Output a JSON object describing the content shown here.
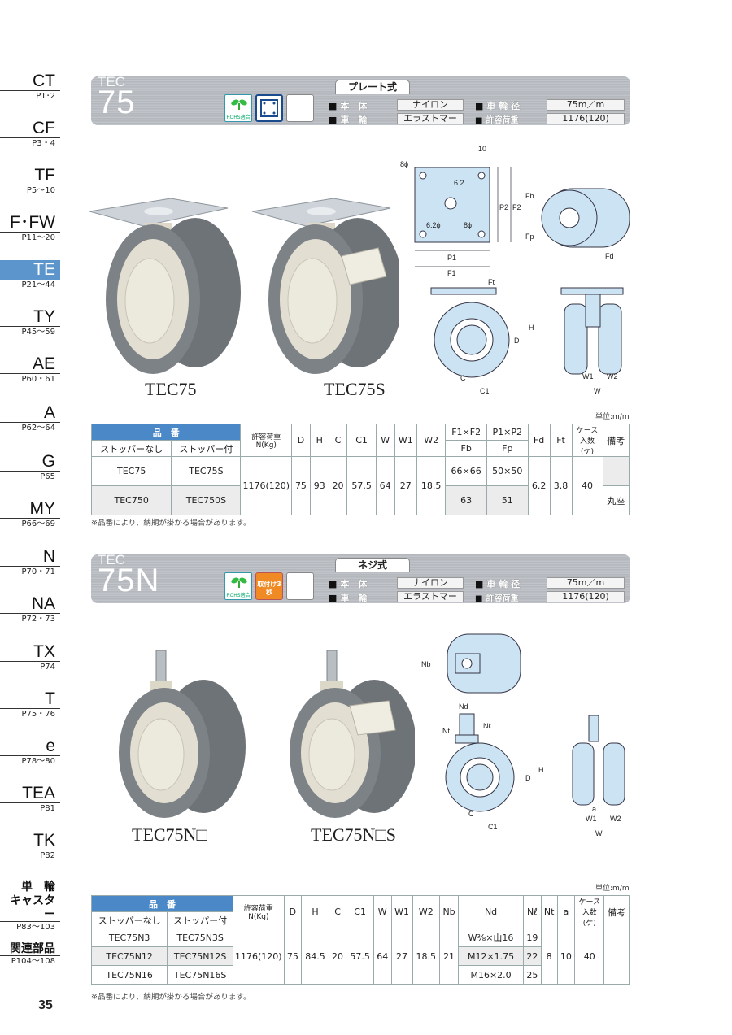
{
  "index": [
    {
      "code": "CT",
      "pages": "P1･2"
    },
    {
      "code": "CF",
      "pages": "P3・4"
    },
    {
      "code": "TF",
      "pages": "P5〜10"
    },
    {
      "code": "F･FW",
      "pages": "P11〜20"
    },
    {
      "code": "TE",
      "pages": "P21〜44",
      "active": true
    },
    {
      "code": "TY",
      "pages": "P45〜59"
    },
    {
      "code": "AE",
      "pages": "P60・61"
    },
    {
      "code": "A",
      "pages": "P62〜64"
    },
    {
      "code": "G",
      "pages": "P65"
    },
    {
      "code": "MY",
      "pages": "P66〜69"
    },
    {
      "code": "N",
      "pages": "P70・71"
    },
    {
      "code": "NA",
      "pages": "P72・73"
    },
    {
      "code": "TX",
      "pages": "P74"
    },
    {
      "code": "T",
      "pages": "P75・76"
    },
    {
      "code": "e",
      "pages": "P78〜80"
    },
    {
      "code": "TEA",
      "pages": "P81"
    },
    {
      "code": "TK",
      "pages": "P82"
    }
  ],
  "index_jp": [
    {
      "line1": "単　輪",
      "line2": "キャスター",
      "pages": "P83〜103"
    },
    {
      "line1": "関連部品",
      "line2": "",
      "pages": "P104〜108"
    }
  ],
  "page_number": "35",
  "product1": {
    "series": "TEC",
    "model": "75",
    "mount_type": "プレート式",
    "rohs_label": "ROHS適合",
    "spec_keys": [
      "本　体",
      "車　輪",
      "車 輪 径",
      "許容荷重N(Kg)"
    ],
    "spec_values": [
      "ナイロン",
      "エラストマー",
      "75m／m",
      "1176(120)"
    ],
    "photo_captions": [
      "TEC75",
      "TEC75S"
    ],
    "diagram_labels": [
      "8ϕ",
      "10",
      "6.2",
      "6.2ϕ",
      "8ϕ",
      "P1",
      "F1",
      "P2",
      "F2",
      "Fb",
      "Fp",
      "Fd",
      "Ft",
      "D",
      "H",
      "C",
      "C1",
      "W1",
      "W2",
      "W"
    ],
    "unit": "単位:m/m",
    "table": {
      "header_hinban": "品　番",
      "col_nostop": "ストッパーなし",
      "col_stop": "ストッパー付",
      "col_load": "許容荷重N(Kg)",
      "cols": [
        "D",
        "H",
        "C",
        "C1",
        "W",
        "W1",
        "W2"
      ],
      "col_f": "F1×F2",
      "col_fb": "Fb",
      "col_p": "P1×P2",
      "col_fp": "Fp",
      "cols2": [
        "Fd",
        "Ft"
      ],
      "col_case": "ケース入数(ケ)",
      "col_remark": "備考",
      "rows": [
        {
          "nostop": "TEC75",
          "stop": "TEC75S",
          "f": "66×66",
          "p": "50×50",
          "remark": ""
        },
        {
          "nostop": "TEC750",
          "stop": "TEC750S",
          "f": "63",
          "p": "51",
          "remark": "丸座"
        }
      ],
      "load": "1176(120)",
      "shared": [
        "75",
        "93",
        "20",
        "57.5",
        "64",
        "27",
        "18.5"
      ],
      "fd": "6.2",
      "ft": "3.8",
      "case": "40"
    },
    "note": "※品番により、納期が掛かる場合があります。"
  },
  "product2": {
    "series": "TEC",
    "model": "75N",
    "mount_type": "ネジ式",
    "rohs_label": "ROHS適合",
    "badge_text": "取付け3秒",
    "spec_keys": [
      "本　体",
      "車　輪",
      "車 輪 径",
      "許容荷重N(Kg)"
    ],
    "spec_values": [
      "ナイロン",
      "エラストマー",
      "75m／m",
      "1176(120)"
    ],
    "photo_captions": [
      "TEC75N□",
      "TEC75N□S"
    ],
    "diagram_labels": [
      "Nb",
      "Nd",
      "Nt",
      "Nℓ",
      "D",
      "H",
      "C",
      "C1",
      "a",
      "W1",
      "W2",
      "W"
    ],
    "unit": "単位:m/m",
    "table": {
      "header_hinban": "品　番",
      "col_nostop": "ストッパーなし",
      "col_stop": "ストッパー付",
      "col_load": "許容荷重N(Kg)",
      "cols": [
        "D",
        "H",
        "C",
        "C1",
        "W",
        "W1",
        "W2",
        "Nb",
        "Nd",
        "Nℓ",
        "Nt",
        "a"
      ],
      "col_case": "ケース入数(ケ)",
      "col_remark": "備考",
      "rows": [
        {
          "nostop": "TEC75N3",
          "stop": "TEC75N3S",
          "nd": "W⅜×山16",
          "nl": "19"
        },
        {
          "nostop": "TEC75N12",
          "stop": "TEC75N12S",
          "nd": "M12×1.75",
          "nl": "22"
        },
        {
          "nostop": "TEC75N16",
          "stop": "TEC75N16S",
          "nd": "M16×2.0",
          "nl": "25"
        }
      ],
      "load": "1176(120)",
      "shared": [
        "75",
        "84.5",
        "20",
        "57.5",
        "64",
        "27",
        "18.5",
        "21"
      ],
      "nt": "8",
      "a": "10",
      "case": "40"
    },
    "note": "※品番により、納期が掛かる場合があります。"
  }
}
